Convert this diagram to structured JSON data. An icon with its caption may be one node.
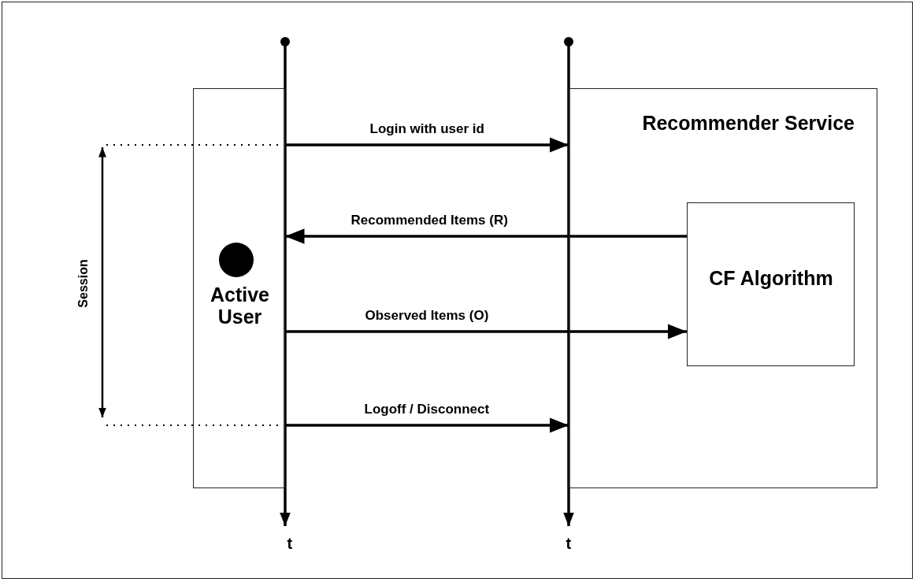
{
  "diagram": {
    "nodes": [
      {
        "text": [
          "Active User"
        ]
      },
      {
        "text": [
          "Recommender Service"
        ]
      },
      {
        "text": [
          "CF Algorithm"
        ],
        "in": 1
      }
    ],
    "edges": [
      {
        "from": 0,
        "to": 1,
        "arrow": "to",
        "label": "Login with user id"
      },
      {
        "from": 2,
        "to": 0,
        "arrow": "to",
        "label": "Recommended Items (R)"
      },
      {
        "from": 0,
        "to": 2,
        "arrow": "to",
        "label": "Observed Items (O)"
      },
      {
        "from": 0,
        "to": 1,
        "arrow": "to",
        "label": "Logoff / Disconnect"
      }
    ],
    "labels": [
      "Session",
      "t",
      "t"
    ]
  }
}
